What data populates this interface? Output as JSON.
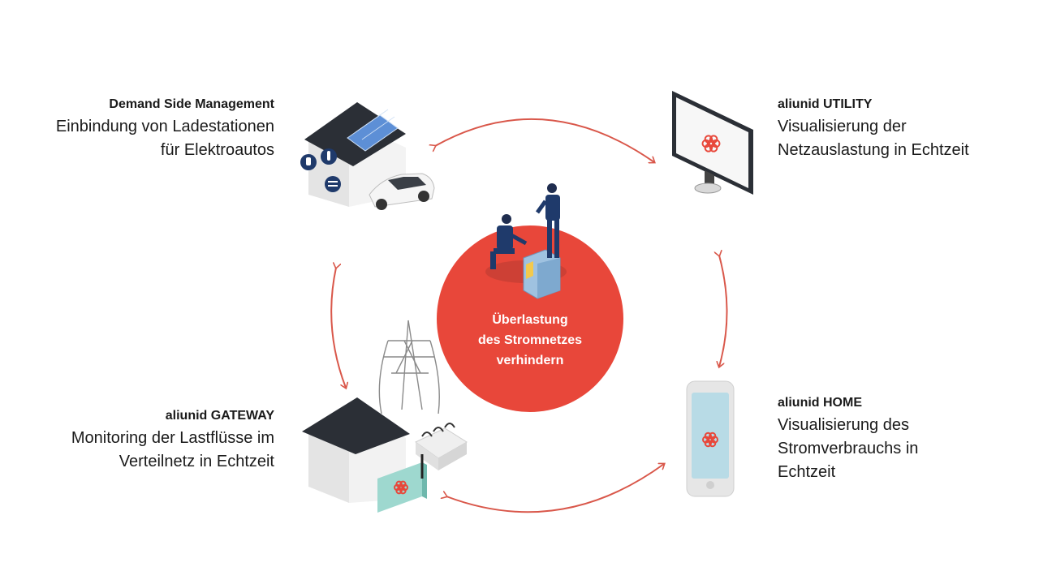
{
  "top_left": {
    "title": "Demand Side Management",
    "lines": [
      "Einbindung von Ladestationen",
      "für Elektroautos"
    ]
  },
  "top_right": {
    "title": "aliunid UTILITY",
    "lines": [
      "Visualisierung der",
      "Netzauslastung in Echtzeit"
    ]
  },
  "bottom_left": {
    "title": "aliunid GATEWAY",
    "lines": [
      "Monitoring der Lastflüsse im",
      "Verteilnetz in Echtzeit"
    ]
  },
  "bottom_right": {
    "title": "aliunid HOME",
    "lines": [
      "Visualisierung des",
      "Stromverbrauchs in",
      "Echtzeit"
    ]
  },
  "center": {
    "lines": [
      "Überlastung",
      "des Stromnetzes",
      "verhindern"
    ]
  },
  "colors": {
    "accent": "#e8473a",
    "arrow": "#d9574a",
    "logo": "#e8473a"
  }
}
